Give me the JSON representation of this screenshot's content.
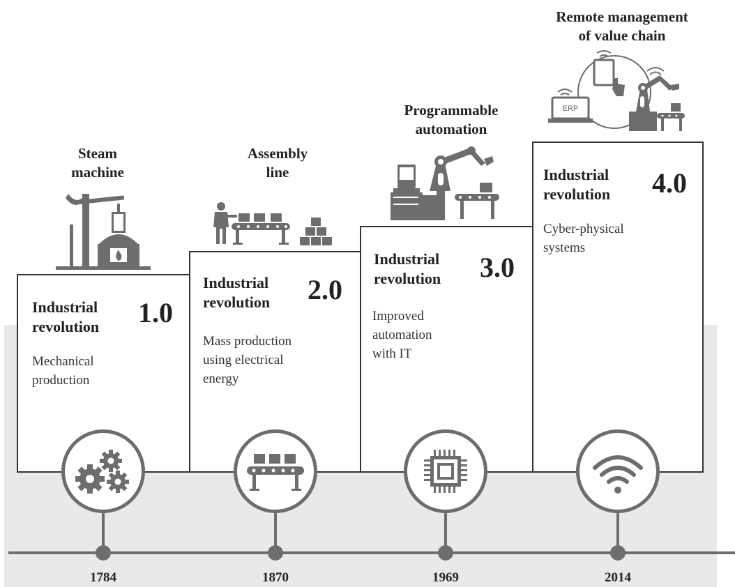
{
  "stages": [
    {
      "heading": "Steam\nmachine",
      "title": "Industrial\nrevolution",
      "version": "1.0",
      "description": "Mechanical\nproduction",
      "year": "1784",
      "illustration_icon": "steam-engine-icon",
      "circle_icon": "gears-icon"
    },
    {
      "heading": "Assembly\nline",
      "title": "Industrial\nrevolution",
      "version": "2.0",
      "description": "Mass production\nusing electrical\nenergy",
      "year": "1870",
      "illustration_icon": "assembly-line-icon",
      "circle_icon": "conveyor-belt-icon"
    },
    {
      "heading": "Programmable\nautomation",
      "title": "Industrial\nrevolution",
      "version": "3.0",
      "description": "Improved\nautomation\nwith IT",
      "year": "1969",
      "illustration_icon": "robot-arm-computer-icon",
      "circle_icon": "microchip-icon"
    },
    {
      "heading": "Remote management\nof value chain",
      "title": "Industrial\nrevolution",
      "version": "4.0",
      "description": "Cyber-physical\nsystems",
      "year": "2014",
      "illustration_icon": "connected-factory-icon",
      "circle_icon": "wifi-icon",
      "erp_label": "ERP"
    }
  ],
  "colors": {
    "icon": "#6d6d6d",
    "band": "#e9e9ea",
    "border": "#333333",
    "text": "#222222"
  }
}
